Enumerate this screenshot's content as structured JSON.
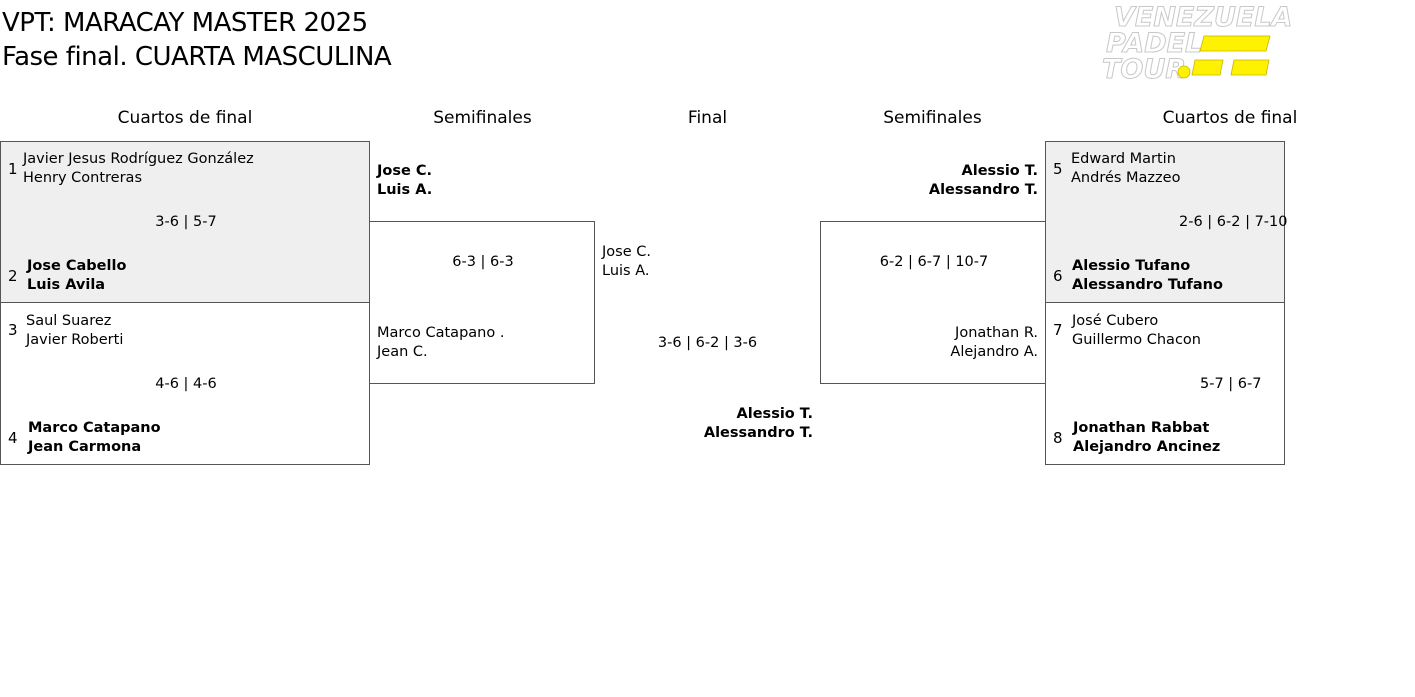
{
  "header": {
    "title_line1": "VPT: MARACAY MASTER 2025",
    "title_line2": "Fase final. CUARTA MASCULINA"
  },
  "logo": {
    "line1": "VENEZUELA",
    "line2": "PADEL",
    "line3": "TOUR",
    "accent_color": "#fff200"
  },
  "rounds": {
    "qf_left": "Cuartos de final",
    "sf_left": "Semifinales",
    "final": "Final",
    "sf_right": "Semifinales",
    "qf_right": "Cuartos de final"
  },
  "left_qf": [
    {
      "top": {
        "seed": "1",
        "p1": "Javier Jesus Rodríguez González",
        "p2": "Henry Contreras"
      },
      "score": "3-6 | 5-7",
      "bottom": {
        "seed": "2",
        "p1": "Jose Cabello",
        "p2": "Luis Avila"
      }
    },
    {
      "top": {
        "seed": "3",
        "p1": "Saul Suarez",
        "p2": "Javier Roberti"
      },
      "score": "4-6 | 4-6",
      "bottom": {
        "seed": "4",
        "p1": "Marco Catapano",
        "p2": "Jean Carmona"
      }
    }
  ],
  "left_sf": {
    "top": {
      "p1": "Jose C.",
      "p2": "Luis A."
    },
    "score": "6-3 | 6-3",
    "bottom": {
      "p1": "Marco Catapano .",
      "p2": "Jean C."
    }
  },
  "final": {
    "top": {
      "p1": "Jose C.",
      "p2": "Luis A."
    },
    "score": "3-6 | 6-2 | 3-6",
    "bottom": {
      "p1": "Alessio T.",
      "p2": "Alessandro T."
    }
  },
  "right_sf": {
    "top": {
      "p1": "Alessio T.",
      "p2": "Alessandro T."
    },
    "score": "6-2 | 6-7 | 10-7",
    "bottom": {
      "p1": "Jonathan R.",
      "p2": "Alejandro A."
    }
  },
  "right_qf": [
    {
      "top": {
        "seed": "5",
        "p1": "Edward Martin",
        "p2": "Andrés Mazzeo"
      },
      "score": "2-6 | 6-2 | 7-10",
      "bottom": {
        "seed": "6",
        "p1": "Alessio Tufano",
        "p2": "Alessandro Tufano"
      }
    },
    {
      "top": {
        "seed": "7",
        "p1": "José Cubero",
        "p2": "Guillermo Chacon"
      },
      "score": "5-7 | 6-7",
      "bottom": {
        "seed": "8",
        "p1": "Jonathan Rabbat",
        "p2": "Alejandro Ancinez"
      }
    }
  ]
}
